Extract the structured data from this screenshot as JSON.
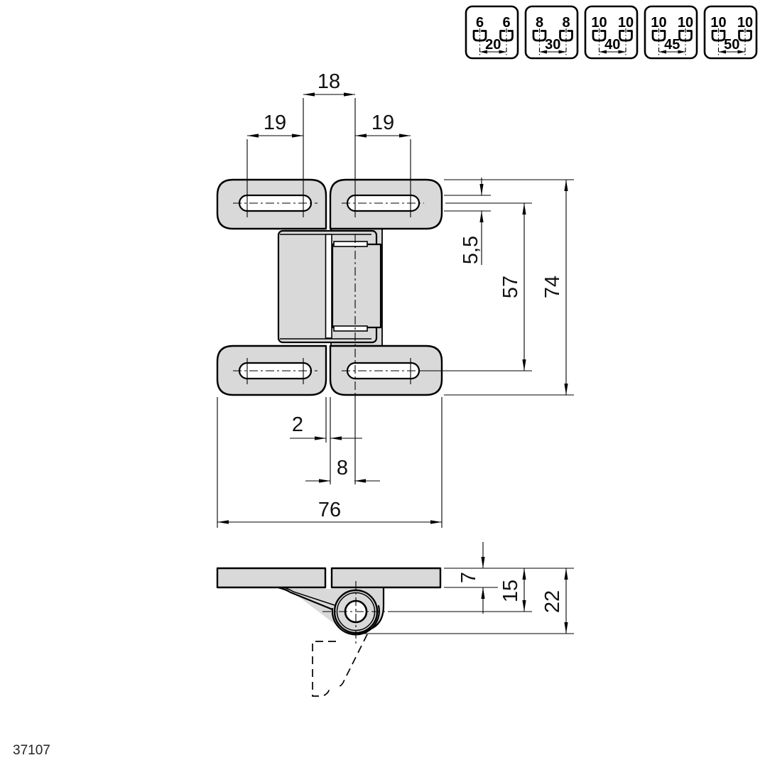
{
  "page": {
    "part_number": "37107"
  },
  "colors": {
    "part_fill": "#d9d9d9",
    "line": "#000000",
    "paper": "#ffffff"
  },
  "compatibility_badges": [
    {
      "left_slot": "6",
      "right_slot": "6",
      "spacing": "20"
    },
    {
      "left_slot": "8",
      "right_slot": "8",
      "spacing": "30"
    },
    {
      "left_slot": "10",
      "right_slot": "10",
      "spacing": "40"
    },
    {
      "left_slot": "10",
      "right_slot": "10",
      "spacing": "45"
    },
    {
      "left_slot": "10",
      "right_slot": "10",
      "spacing": "50"
    }
  ],
  "top_view": {
    "dims": {
      "center_gap": "18",
      "slot_length_left": "19",
      "slot_length_right": "19",
      "slot_width": "5,5",
      "slot_row_span": "57",
      "overall_height": "74",
      "leaf_gap": "2",
      "pin_offset": "8",
      "overall_width": "76"
    }
  },
  "side_view": {
    "dims": {
      "leaf_thickness": "7",
      "pin_axis_depth": "15",
      "overall_depth": "22"
    }
  }
}
